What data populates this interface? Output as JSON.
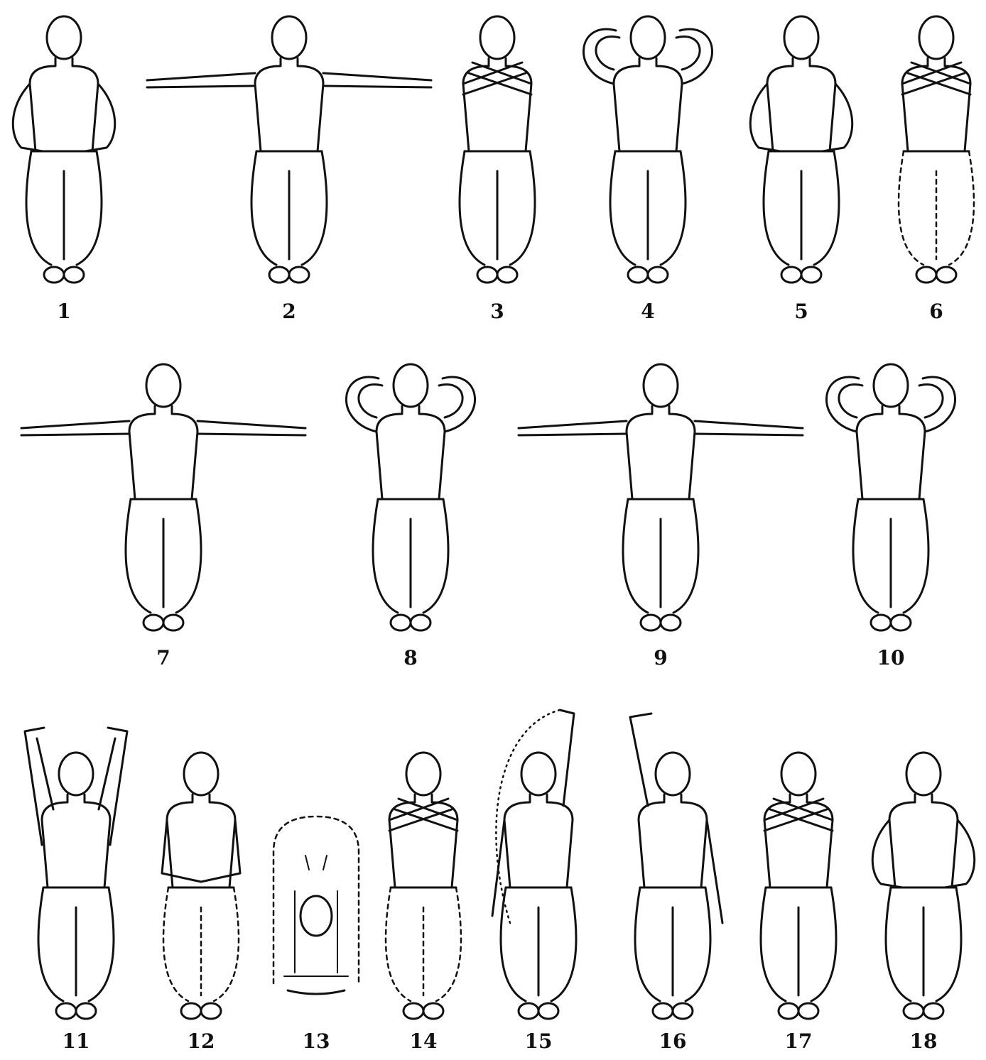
{
  "figures": [
    {
      "label": "1",
      "pose": "hands-on-waist"
    },
    {
      "label": "2",
      "pose": "arms-extended-sideways"
    },
    {
      "label": "3",
      "pose": "arms-crossed-chest"
    },
    {
      "label": "4",
      "pose": "hands-raised-by-head"
    },
    {
      "label": "5",
      "pose": "hands-on-waist"
    },
    {
      "label": "6",
      "pose": "arms-crossed-chest"
    },
    {
      "label": "7",
      "pose": "arms-extended-sideways"
    },
    {
      "label": "8",
      "pose": "hands-behind-head"
    },
    {
      "label": "9",
      "pose": "arms-extended-sideways"
    },
    {
      "label": "10",
      "pose": "hands-behind-head"
    },
    {
      "label": "11",
      "pose": "arms-raised-overhead"
    },
    {
      "label": "12",
      "pose": "hands-clasped-front"
    },
    {
      "label": "13",
      "pose": "bent-forward"
    },
    {
      "label": "14",
      "pose": "arms-crossed-chest"
    },
    {
      "label": "15",
      "pose": "one-arm-raised-arc"
    },
    {
      "label": "16",
      "pose": "one-arm-raised"
    },
    {
      "label": "17",
      "pose": "arms-crossed-chest"
    },
    {
      "label": "18",
      "pose": "hands-on-waist"
    }
  ]
}
